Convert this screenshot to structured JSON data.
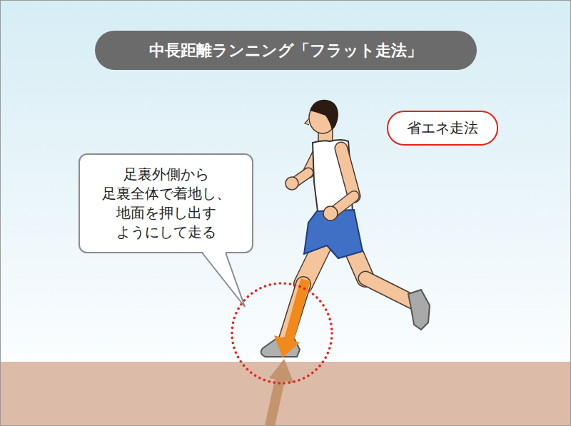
{
  "diagram": {
    "title": "中長距離ランニング「フラット走法」",
    "nodes": [
      {
        "text": [
          "省エネ走法"
        ]
      },
      {
        "text": [
          "足裏外側から 足裏全体で着地し、 地面を押し出す ようにして走る"
        ]
      }
    ]
  }
}
